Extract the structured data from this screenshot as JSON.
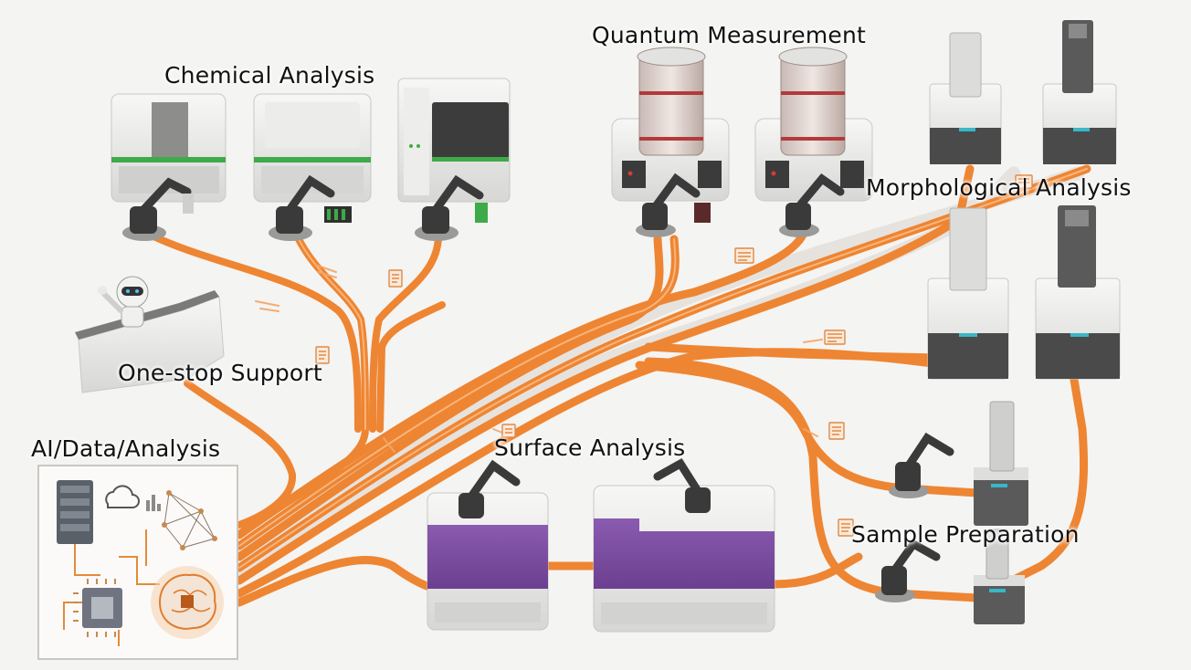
{
  "labels": {
    "chemical_analysis": "Chemical Analysis",
    "quantum_measurement": "Quantum Measurement",
    "morphological_analysis": "Morphological Analysis",
    "one_stop_support": "One-stop Support",
    "ai_data_analysis": "AI/Data/Analysis",
    "surface_analysis": "Surface Analysis",
    "sample_preparation": "Sample Preparation"
  },
  "colors": {
    "track": "#ee8532",
    "track_dark": "#d46a1c",
    "chemical_accent": "#3faa48",
    "surface_accent": "#7b4d9e",
    "morph_accent": "#38b7c9",
    "instrument_body": "#e6e6e4",
    "instrument_dark": "#4b4b4b"
  }
}
